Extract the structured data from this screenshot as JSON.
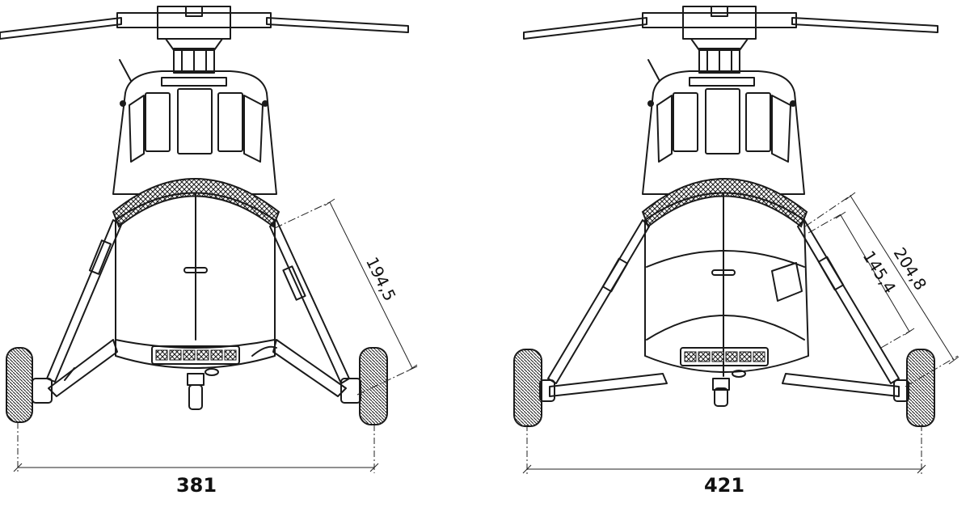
{
  "views": [
    {
      "id": "left",
      "track_width": "381",
      "strut_length": "194,5"
    },
    {
      "id": "right",
      "track_width": "421",
      "strut_length_outer": "204,8",
      "strut_length_inner": "145,4"
    }
  ],
  "colors": {
    "ink": "#1a1a1a",
    "background": "#ffffff"
  }
}
